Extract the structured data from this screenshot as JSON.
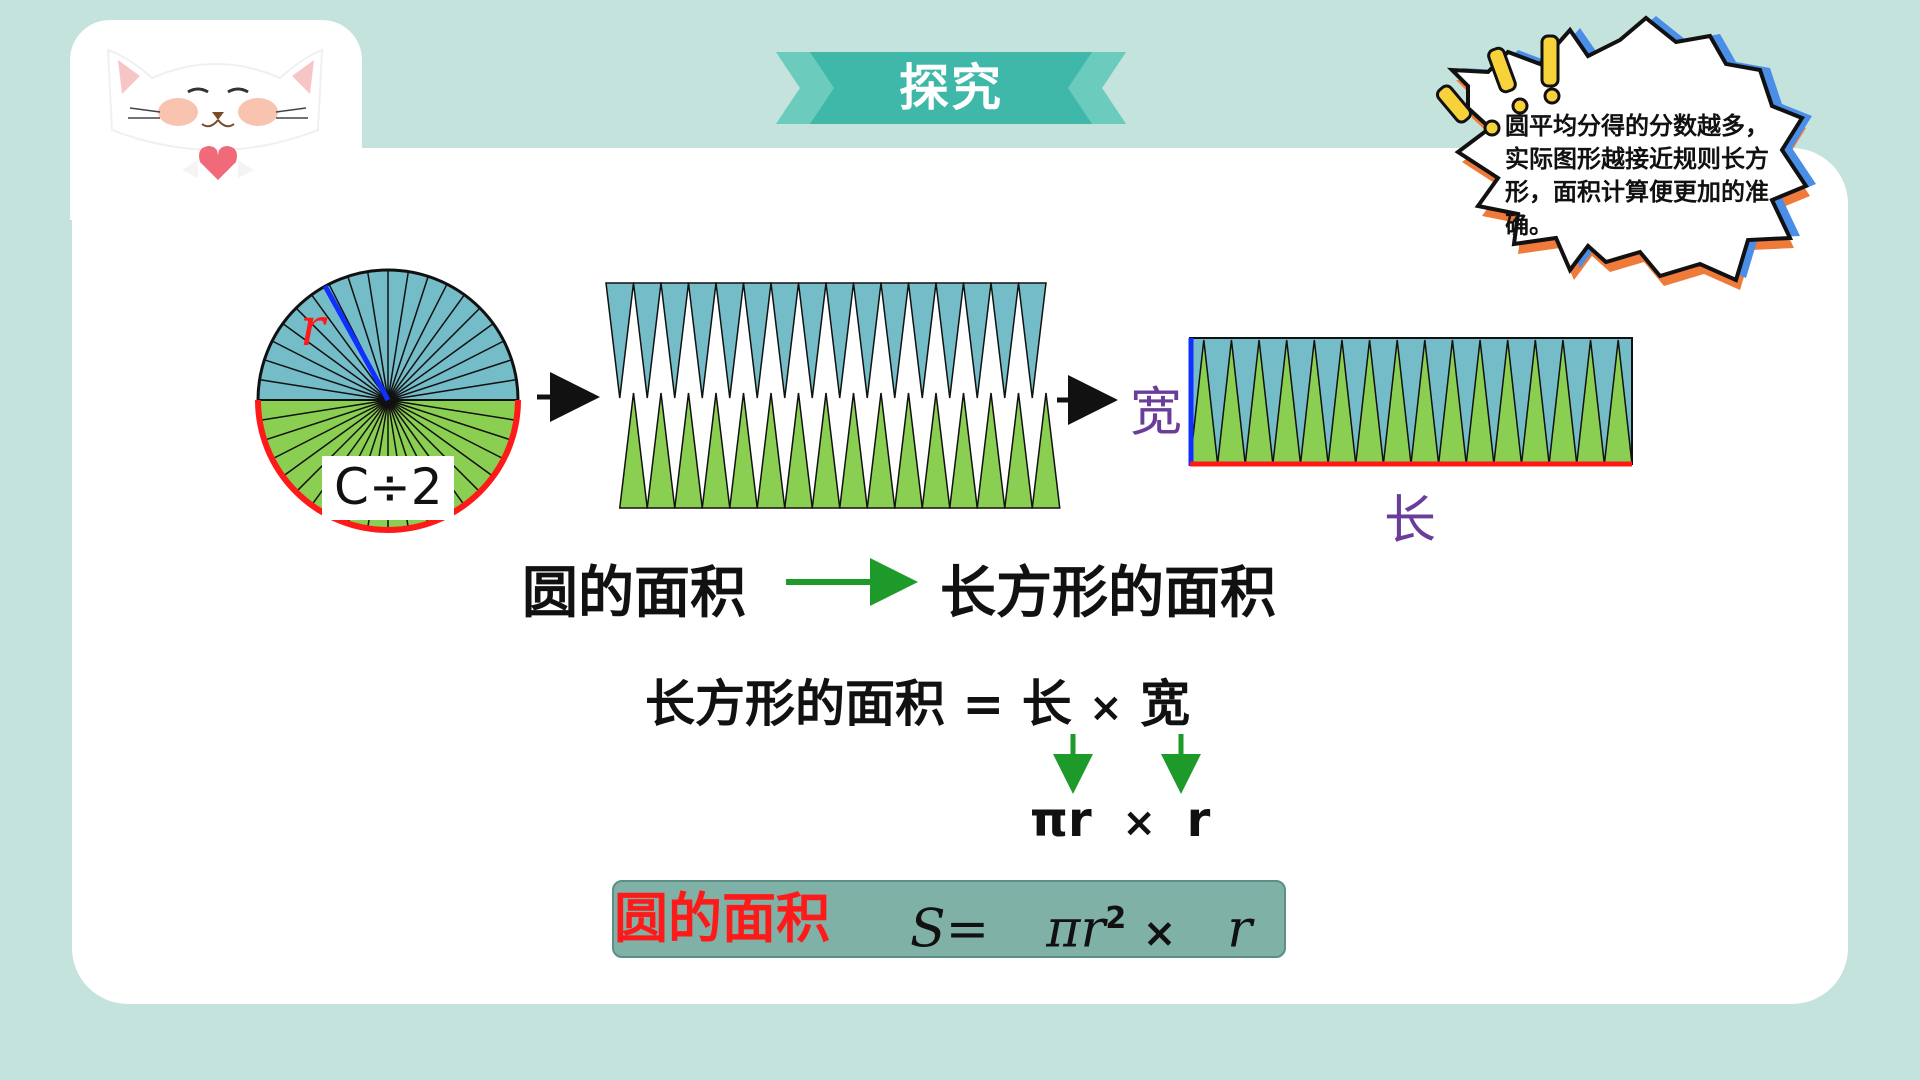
{
  "header": {
    "title": "探究"
  },
  "bubble": {
    "text": "圆平均分得的分数越多，实际图形越接近规则长方形，面积计算便更加的准确。"
  },
  "diagram": {
    "radius_label": "r",
    "half_circumference_label": "C÷2",
    "width_label": "宽",
    "length_label": "长",
    "transform_left": "圆的面积",
    "transform_right": "长方形的面积"
  },
  "formula": {
    "lhs": "长方形的面积",
    "eq": "=",
    "length": "长",
    "times": "×",
    "width": "宽",
    "sub_length": "πr",
    "sub_times": "×",
    "sub_width": "r"
  },
  "result": {
    "label": "圆的面积",
    "s": "S=",
    "pi_r": "πr",
    "sq": "2",
    "times": "×",
    "r": "r"
  },
  "colors": {
    "background": "#c4e3dc",
    "teal_sector": "#74bcc8",
    "green_sector": "#8bcf52",
    "title_bar": "#3fb7a9",
    "arrow_green": "#1e9a2a",
    "purple_label": "#6a3d9a",
    "red": "#ff1a1a"
  }
}
